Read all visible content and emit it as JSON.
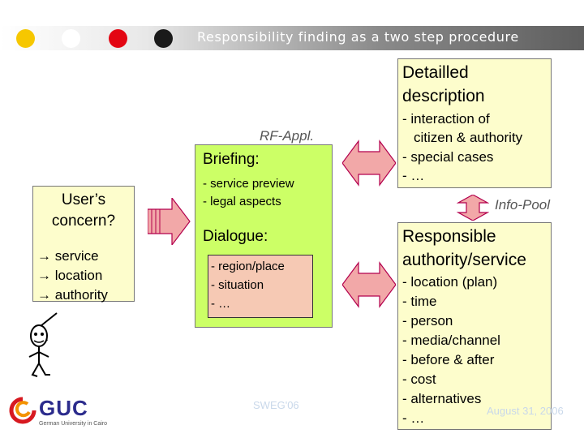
{
  "header": {
    "title": "Responsibility finding as a two step procedure",
    "dots": [
      "#f6c700",
      "#ffffff",
      "#e30613",
      "#1a1a1a"
    ]
  },
  "concern": {
    "title_lines": [
      "User’s",
      "concern?"
    ],
    "items": [
      "service",
      "location",
      "authority"
    ],
    "bullet": "→"
  },
  "rf_appl": {
    "label": "RF-Appl.",
    "briefing_title": "Briefing:",
    "briefing_items": [
      "- service preview",
      "- legal aspects"
    ],
    "dialogue_title": "Dialogue:",
    "dialogue_items": [
      "- region/place",
      "- situation",
      "- …"
    ]
  },
  "detail": {
    "title_lines": [
      "Detailled",
      "description"
    ],
    "items": [
      "- interaction of",
      "citizen & authority",
      "- special cases",
      "- …"
    ]
  },
  "info_pool": {
    "label": "Info-Pool"
  },
  "authority": {
    "title_lines": [
      "Responsible",
      "authority/service"
    ],
    "items": [
      "- location (plan)",
      "- time",
      "- person",
      "- media/channel",
      "- before & after",
      "- cost",
      "- alternatives",
      "- …"
    ]
  },
  "footer": {
    "logo_text": "GUC",
    "logo_subtitle": "German University in Cairo",
    "conference": "SWEG'06",
    "date": "August 31, 2006"
  },
  "colors": {
    "yellow_box": "#fdfdcc",
    "green_box": "#ccff66",
    "salmon_box": "#f6c9b4",
    "arrow_fill": "#f2a8a8",
    "arrow_stroke": "#b3004d"
  }
}
